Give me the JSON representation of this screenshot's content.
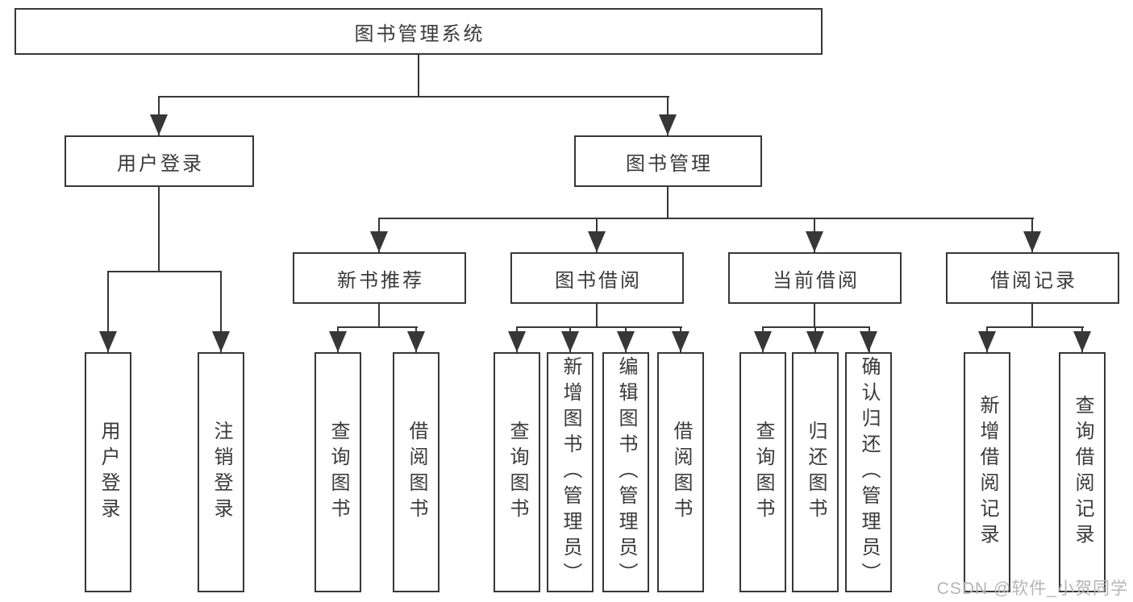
{
  "tree": {
    "root": "图书管理系统",
    "branches": [
      {
        "label": "用户登录",
        "children": [
          "用户登录",
          "注销登录"
        ]
      },
      {
        "label": "图书管理"
      }
    ],
    "sections": [
      {
        "label": "新书推荐",
        "children": [
          "查询图书",
          "借阅图书"
        ]
      },
      {
        "label": "图书借阅",
        "children": [
          "查询图书",
          "新增图书（管理员）",
          "编辑图书（管理员）",
          "借阅图书"
        ]
      },
      {
        "label": "当前借阅",
        "children": [
          "查询图书",
          "归还图书",
          "确认归还（管理员）"
        ]
      },
      {
        "label": "借阅记录",
        "children": [
          "新增借阅记录",
          "查询借阅记录"
        ]
      }
    ]
  },
  "watermark": "CSDN @软件_小贺同学",
  "colors": {
    "line": "#373737",
    "text": "#3a3a3a",
    "background": "#ffffff",
    "watermark": "#b5b5b5"
  }
}
